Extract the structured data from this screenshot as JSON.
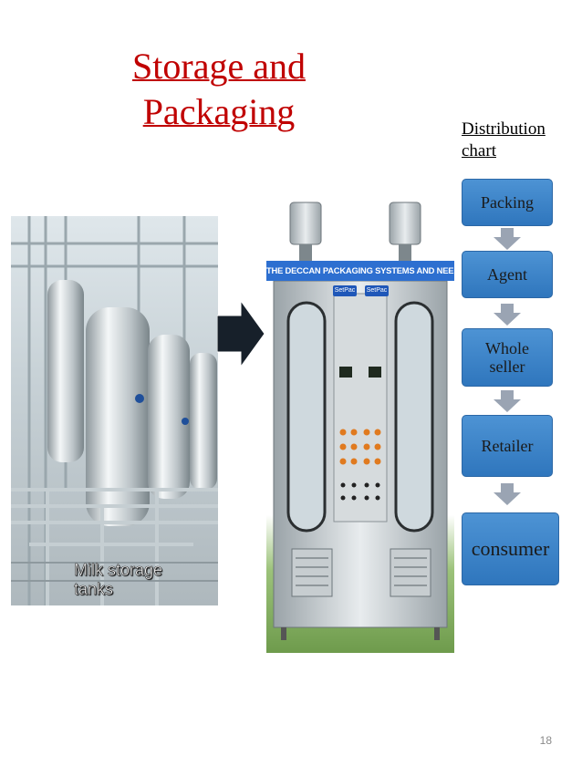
{
  "slide": {
    "title": "Storage and Packaging",
    "page_number": "18"
  },
  "tanks_photo": {
    "caption_line1": "Milk storage",
    "caption_line2": "tanks"
  },
  "machine_photo": {
    "banner": "THE DECCAN PACKAGING SYSTEMS AND NEEDS",
    "badge": "SetPac"
  },
  "distribution": {
    "title_line1": "Distribution",
    "title_line2": "chart",
    "steps": [
      {
        "label_line1": "Packing",
        "label_line2": ""
      },
      {
        "label_line1": "Agent",
        "label_line2": ""
      },
      {
        "label_line1": "Whole",
        "label_line2": "seller"
      },
      {
        "label_line1": "Retailer",
        "label_line2": ""
      },
      {
        "label_line1": "consumer",
        "label_line2": ""
      }
    ]
  },
  "colors": {
    "title": "#c00000",
    "chart_box": "#2f76bd",
    "arrow": "#17202a",
    "chart_arrow": "#9aa4b3"
  }
}
